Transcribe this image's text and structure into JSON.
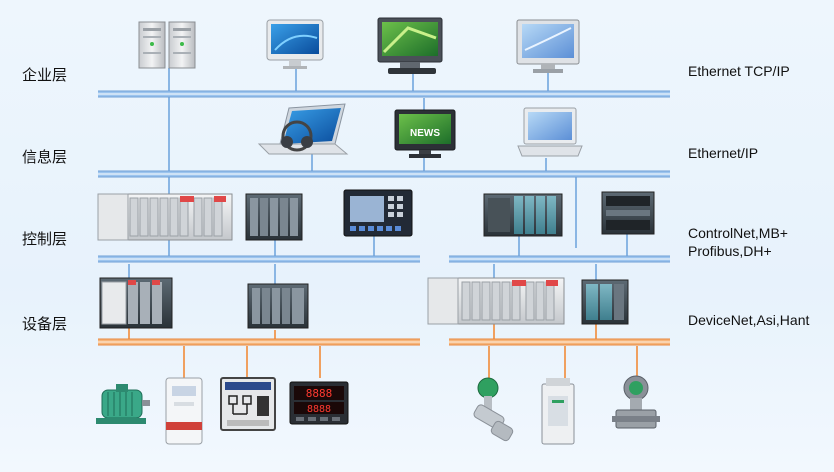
{
  "layers": [
    {
      "name": "企业层",
      "protocol": [
        "Ethernet TCP/IP"
      ]
    },
    {
      "name": "信息层",
      "protocol": [
        "Ethernet/IP"
      ]
    },
    {
      "name": "控制层",
      "protocol": [
        "ControlNet,MB+",
        "Profibus,DH+"
      ]
    },
    {
      "name": "设备层",
      "protocol": [
        "DeviceNet,Asi,Hant"
      ]
    }
  ],
  "devices": {
    "info_monitor_text": "NEWS",
    "display_digits_top": "8888",
    "display_digits_bottom": "8888"
  },
  "colors": {
    "blue_bus": "#8fb8e6",
    "orange_bus": "#f0a060",
    "vline_blue": "#8ab6e4",
    "vline_orange": "#f0a060"
  }
}
